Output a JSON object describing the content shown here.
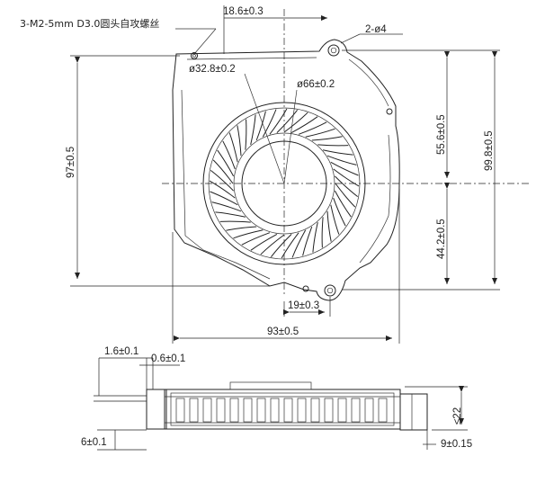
{
  "top_view": {
    "screw_note": "3-M2-5mm  D3.0圆头自攻螺丝",
    "hole_note": "2-ø4",
    "dim_offset_top": "18.6±0.3",
    "dim_inlet_inner": "ø32.8±0.2",
    "dim_inlet_outer": "ø66±0.2",
    "dim_upper_height": "55.6±0.5",
    "dim_total_height_right": "99.8±0.5",
    "dim_lower_height": "44.2±0.5",
    "dim_total_height_left": "97±0.5",
    "dim_offset_bottom": "19±0.3",
    "dim_width": "93±0.5"
  },
  "side_view": {
    "dim_flange": "1.6±0.1",
    "dim_plate": "0.6±0.1",
    "dim_base": "6±0.1",
    "dim_thickness": "≤22",
    "dim_outlet": "9±0.15"
  }
}
